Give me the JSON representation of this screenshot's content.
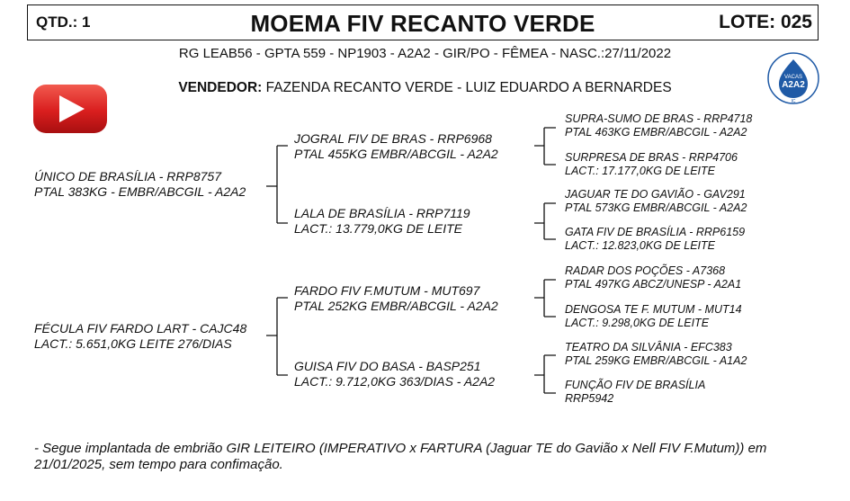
{
  "header": {
    "qty": "QTD.: 1",
    "title": "MOEMA FIV RECANTO VERDE",
    "lot": "LOTE: 025"
  },
  "registry_line": "RG LEAB56 - GPTA 559 - NP1903 - A2A2 - GIR/PO - FÊMEA - NASC.:27/11/2022",
  "seller": {
    "label": "VENDEDOR:",
    "name": "FAZENDA RECANTO VERDE - LUIZ EDUARDO A BERNARDES"
  },
  "icons": {
    "video": "youtube-play-icon",
    "badge": "vacas-a2a2-badge-icon",
    "badge_text_top": "VACAS",
    "badge_text_main": "A2A2",
    "badge_text_bottom": "IC"
  },
  "colors": {
    "youtube_red": "#d91e1e",
    "badge_blue": "#1f5aa6"
  },
  "pedigree": {
    "sire": {
      "line1": "ÚNICO DE BRASÍLIA - RRP8757",
      "line2": "PTAL 383KG - EMBR/ABCGIL - A2A2"
    },
    "dam": {
      "line1": "FÉCULA FIV FARDO LART - CAJC48",
      "line2": "LACT.: 5.651,0KG LEITE 276/DIAS"
    },
    "sire_sire": {
      "line1": "JOGRAL FIV DE BRAS - RRP6968",
      "line2": "PTAL 455KG EMBR/ABCGIL - A2A2"
    },
    "sire_dam": {
      "line1": "LALA DE BRASÍLIA - RRP7119",
      "line2": "LACT.: 13.779,0KG DE LEITE"
    },
    "dam_sire": {
      "line1": "FARDO FIV F.MUTUM - MUT697",
      "line2": "PTAL 252KG EMBR/ABCGIL - A2A2"
    },
    "dam_dam": {
      "line1": "GUISA FIV DO BASA - BASP251",
      "line2": "LACT.: 9.712,0KG 363/DIAS - A2A2"
    },
    "gen3": [
      {
        "line1": "SUPRA-SUMO DE BRAS - RRP4718",
        "line2": "PTAL 463KG EMBR/ABCGIL - A2A2"
      },
      {
        "line1": "SURPRESA DE BRAS - RRP4706",
        "line2": "LACT.: 17.177,0KG DE LEITE"
      },
      {
        "line1": "JAGUAR TE DO GAVIÃO - GAV291",
        "line2": "PTAL 573KG EMBR/ABCGIL - A2A2"
      },
      {
        "line1": "GATA FIV DE BRASÍLIA - RRP6159",
        "line2": "LACT.: 12.823,0KG DE LEITE"
      },
      {
        "line1": "RADAR DOS POÇÕES - A7368",
        "line2": "PTAL 497KG ABCZ/UNESP - A2A1"
      },
      {
        "line1": "DENGOSA TE F. MUTUM - MUT14",
        "line2": "LACT.: 9.298,0KG DE LEITE"
      },
      {
        "line1": "TEATRO DA SILVÂNIA - EFC383",
        "line2": "PTAL 259KG EMBR/ABCGIL - A1A2"
      },
      {
        "line1": "FUNÇÃO FIV DE BRASÍLIA",
        "line2": "RRP5942"
      }
    ]
  },
  "footnote": "- Segue implantada de embrião GIR LEITEIRO (IMPERATIVO x FARTURA (Jaguar TE do Gavião x Nell FIV F.Mutum)) em 21/01/2025, sem tempo para confimação."
}
